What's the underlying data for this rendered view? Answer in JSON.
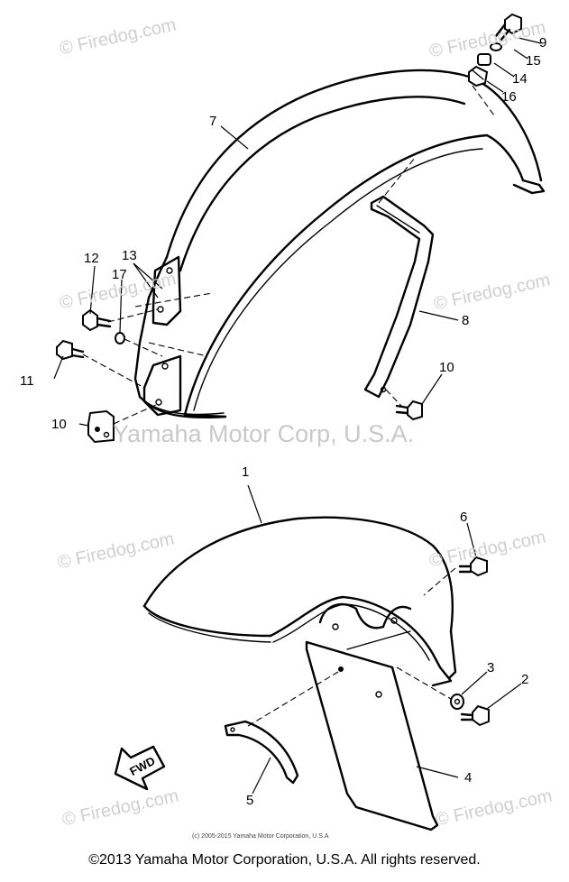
{
  "watermarks": {
    "firedog": "© Firedog.com",
    "yamaha": "Yamaha Motor Corp, U.S.A."
  },
  "callouts": {
    "c1": "1",
    "c2": "2",
    "c3": "3",
    "c4": "4",
    "c5": "5",
    "c6": "6",
    "c7": "7",
    "c8": "8",
    "c9": "9",
    "c10a": "10",
    "c10b": "10",
    "c11": "11",
    "c12": "12",
    "c13": "13",
    "c14": "14",
    "c15": "15",
    "c16": "16",
    "c17": "17"
  },
  "fwd_label": "FWD",
  "small_copyright": "(c) 2005-2015 Yamaha Motor Corporation, U.S.A",
  "footer": "©2013 Yamaha Motor Corporation, U.S.A. All rights reserved."
}
